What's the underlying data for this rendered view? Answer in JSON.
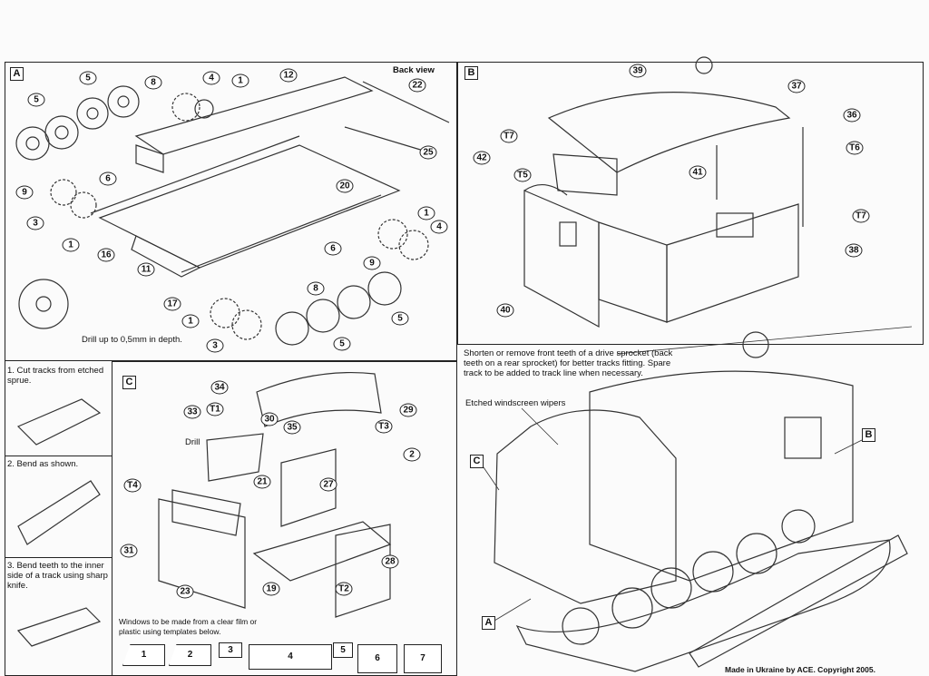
{
  "panels": {
    "a": "A",
    "b": "B",
    "c": "C"
  },
  "panel_a": {
    "back_view": "Back view",
    "drill_note": "Drill up to 0,5mm in depth.",
    "callouts": [
      "5",
      "5",
      "8",
      "4",
      "1",
      "12",
      "22",
      "9",
      "6",
      "25",
      "20",
      "3",
      "1",
      "16",
      "1",
      "4",
      "11",
      "6",
      "9",
      "17",
      "8",
      "1",
      "5",
      "3",
      "5"
    ]
  },
  "panel_b": {
    "callouts": [
      "39",
      "37",
      "36",
      "T7",
      "42",
      "T6",
      "T5",
      "41",
      "T7",
      "38",
      "40"
    ]
  },
  "panel_c": {
    "callouts": [
      "34",
      "33",
      "T1",
      "30",
      "35",
      "T3",
      "29",
      "2",
      "T4",
      "21",
      "27",
      "31",
      "28",
      "19",
      "T2",
      "23"
    ],
    "drill": "Drill",
    "windows_note": "Windows to be made from a clear film or plastic using templates below.",
    "templates": [
      "1",
      "2",
      "3",
      "4",
      "5",
      "6",
      "7"
    ]
  },
  "steps": [
    "1. Cut tracks from etched sprue.",
    "2. Bend as shown.",
    "3. Bend teeth to the inner side of a track using sharp knife."
  ],
  "assembly": {
    "note": "Shorten or remove front teeth of a drive sprocket (back teeth on a rear sprocket) for better tracks fitting. Spare track to be added to track line when necessary.",
    "wipers": "Etched windscreen wipers",
    "labels": [
      "B",
      "C",
      "A"
    ]
  },
  "footer": "Made in Ukraine by ACE. Copyright 2005."
}
